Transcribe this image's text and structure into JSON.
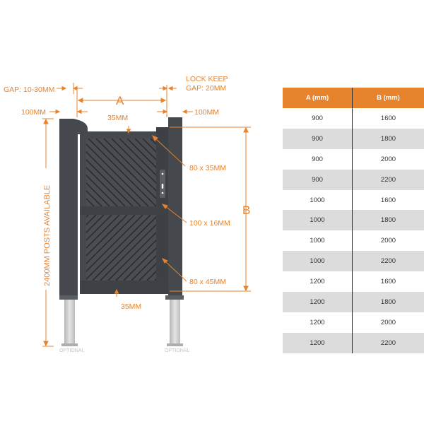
{
  "labels": {
    "gap_left": "GAP: 10-30MM",
    "lock_keep_line1": "LOCK KEEP",
    "lock_keep_line2": "GAP: 20MM",
    "dim_a": "A",
    "post_left": "100MM",
    "post_right": "100MM",
    "frame_top": "35MM",
    "frame_bottom": "35MM",
    "rail_top": "80 x 35MM",
    "rail_mid": "100 x 16MM",
    "rail_bottom": "80 x 45MM",
    "dim_b": "B",
    "posts_available": "2400MM POSTS AVAILABLE",
    "optional_left": "OPTIONAL",
    "optional_right": "OPTIONAL"
  },
  "colors": {
    "accent": "#e8832d",
    "gate_dark": "#45484c",
    "slat_line": "#2a2c2f",
    "post_metal": "#cfcfcf",
    "row_alt": "#dcdcdc"
  },
  "table": {
    "headers": [
      "A (mm)",
      "B (mm)"
    ],
    "rows": [
      [
        "900",
        "1600"
      ],
      [
        "900",
        "1800"
      ],
      [
        "900",
        "2000"
      ],
      [
        "900",
        "2200"
      ],
      [
        "1000",
        "1600"
      ],
      [
        "1000",
        "1800"
      ],
      [
        "1000",
        "2000"
      ],
      [
        "1000",
        "2200"
      ],
      [
        "1200",
        "1600"
      ],
      [
        "1200",
        "1800"
      ],
      [
        "1200",
        "2000"
      ],
      [
        "1200",
        "2200"
      ]
    ]
  }
}
